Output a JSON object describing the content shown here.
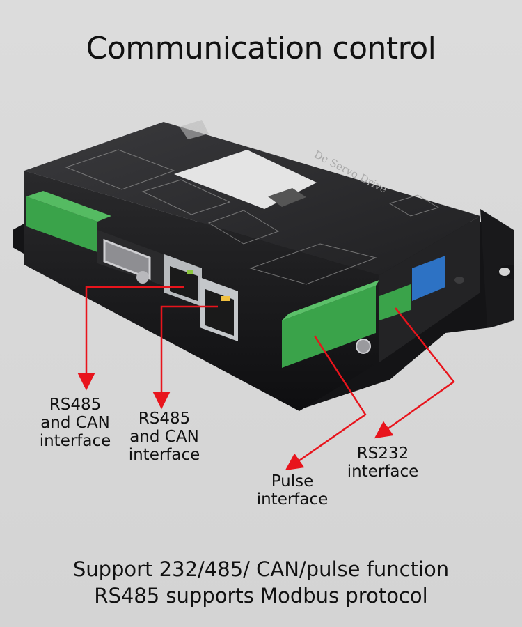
{
  "title": "Communication control",
  "product_labels": {
    "lid_text": "Dc Servo Drive"
  },
  "callouts": [
    {
      "lines": [
        "RS485",
        "and CAN",
        "interface"
      ]
    },
    {
      "lines": [
        "RS485",
        "and CAN",
        "interface"
      ]
    },
    {
      "lines": [
        "Pulse",
        "interface"
      ]
    },
    {
      "lines": [
        "RS232",
        "interface"
      ]
    }
  ],
  "footer": {
    "line1": "Support 232/485/ CAN/pulse function",
    "line2": "RS485 supports Modbus protocol"
  },
  "colors": {
    "arrow": "#e8141c",
    "housing": "#1c1c1e",
    "terminal": "#3aa34a",
    "dip_switch": "#2d72c4"
  }
}
